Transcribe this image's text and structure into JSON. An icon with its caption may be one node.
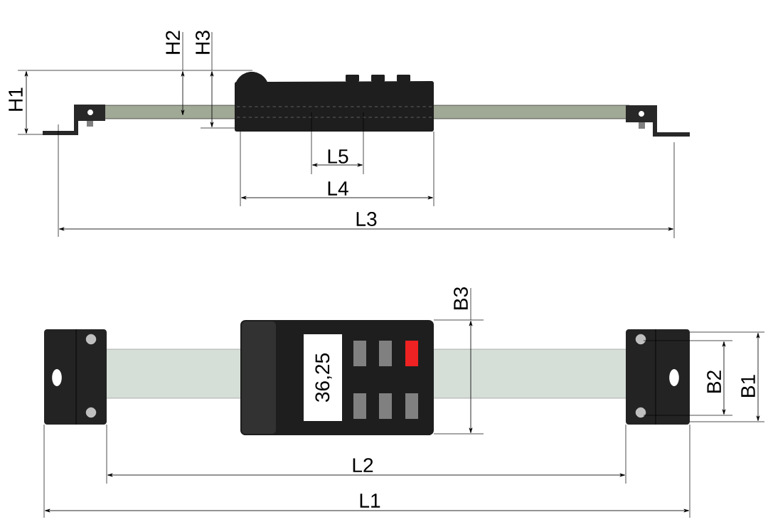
{
  "diagram": {
    "labels": [
      "H2",
      "H3",
      "H1",
      "L5",
      "L4",
      "L3",
      "B3",
      "36,25",
      "B2",
      "B1",
      "L2",
      "L1"
    ]
  }
}
